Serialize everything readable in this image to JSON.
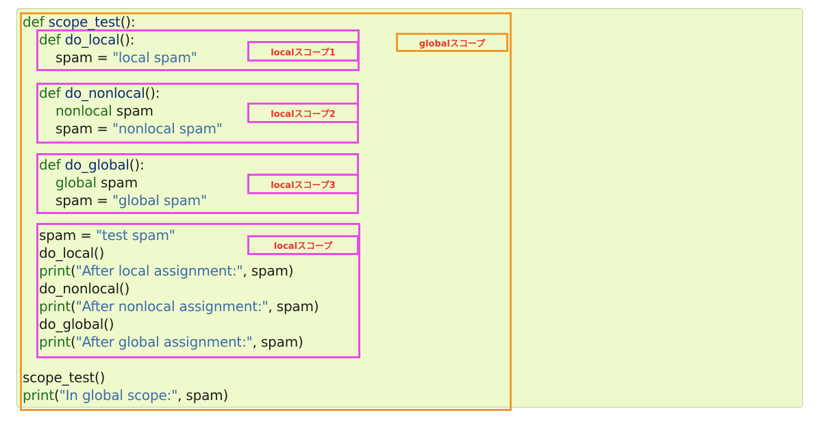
{
  "code": {
    "lines": [
      [
        {
          "t": "def",
          "c": "kw"
        },
        {
          "t": " ",
          "c": "plain"
        },
        {
          "t": "scope_test",
          "c": "fn"
        },
        {
          "t": "():",
          "c": "punc"
        }
      ],
      [
        {
          "t": "def",
          "c": "kw"
        },
        {
          "t": " ",
          "c": "plain"
        },
        {
          "t": "do_local",
          "c": "fn"
        },
        {
          "t": "():",
          "c": "punc"
        }
      ],
      [
        {
          "t": "spam = ",
          "c": "plain"
        },
        {
          "t": "\"local spam\"",
          "c": "str"
        }
      ],
      [
        {
          "t": "def",
          "c": "kw"
        },
        {
          "t": " ",
          "c": "plain"
        },
        {
          "t": "do_nonlocal",
          "c": "fn"
        },
        {
          "t": "():",
          "c": "punc"
        }
      ],
      [
        {
          "t": "nonlocal",
          "c": "kw"
        },
        {
          "t": " spam",
          "c": "plain"
        }
      ],
      [
        {
          "t": "spam = ",
          "c": "plain"
        },
        {
          "t": "\"nonlocal spam\"",
          "c": "str"
        }
      ],
      [
        {
          "t": "def",
          "c": "kw"
        },
        {
          "t": " ",
          "c": "plain"
        },
        {
          "t": "do_global",
          "c": "fn"
        },
        {
          "t": "():",
          "c": "punc"
        }
      ],
      [
        {
          "t": "global",
          "c": "kw"
        },
        {
          "t": " spam",
          "c": "plain"
        }
      ],
      [
        {
          "t": "spam = ",
          "c": "plain"
        },
        {
          "t": "\"global spam\"",
          "c": "str"
        }
      ],
      [
        {
          "t": "spam = ",
          "c": "plain"
        },
        {
          "t": "\"test spam\"",
          "c": "str"
        }
      ],
      [
        {
          "t": "do_local()",
          "c": "plain"
        }
      ],
      [
        {
          "t": "print",
          "c": "kw"
        },
        {
          "t": "(",
          "c": "punc"
        },
        {
          "t": "\"After local assignment:\"",
          "c": "str"
        },
        {
          "t": ", spam)",
          "c": "plain"
        }
      ],
      [
        {
          "t": "do_nonlocal()",
          "c": "plain"
        }
      ],
      [
        {
          "t": "print",
          "c": "kw"
        },
        {
          "t": "(",
          "c": "punc"
        },
        {
          "t": "\"After nonlocal assignment:\"",
          "c": "str"
        },
        {
          "t": ", spam)",
          "c": "plain"
        }
      ],
      [
        {
          "t": "do_global()",
          "c": "plain"
        }
      ],
      [
        {
          "t": "print",
          "c": "kw"
        },
        {
          "t": "(",
          "c": "punc"
        },
        {
          "t": "\"After global assignment:\"",
          "c": "str"
        },
        {
          "t": ", spam)",
          "c": "plain"
        }
      ],
      [
        {
          "t": "scope_test()",
          "c": "plain"
        }
      ],
      [
        {
          "t": "print",
          "c": "kw"
        },
        {
          "t": "(",
          "c": "punc"
        },
        {
          "t": "\"In global scope:\"",
          "c": "str"
        },
        {
          "t": ", spam)",
          "c": "plain"
        }
      ]
    ]
  },
  "labels": {
    "global_scope": "globalスコープ",
    "local_scope_1": "localスコープ1",
    "local_scope_2": "localスコープ2",
    "local_scope_3": "localスコープ3",
    "local_scope": "localスコープ"
  },
  "colors": {
    "panel_background": "#effacc",
    "global_box": "#f09a2a",
    "local_box": "#e64de6",
    "label_text": "#e8352a",
    "keyword": "#1e6b1e",
    "function_name": "#0d2c6e",
    "string": "#3b6aa6"
  }
}
